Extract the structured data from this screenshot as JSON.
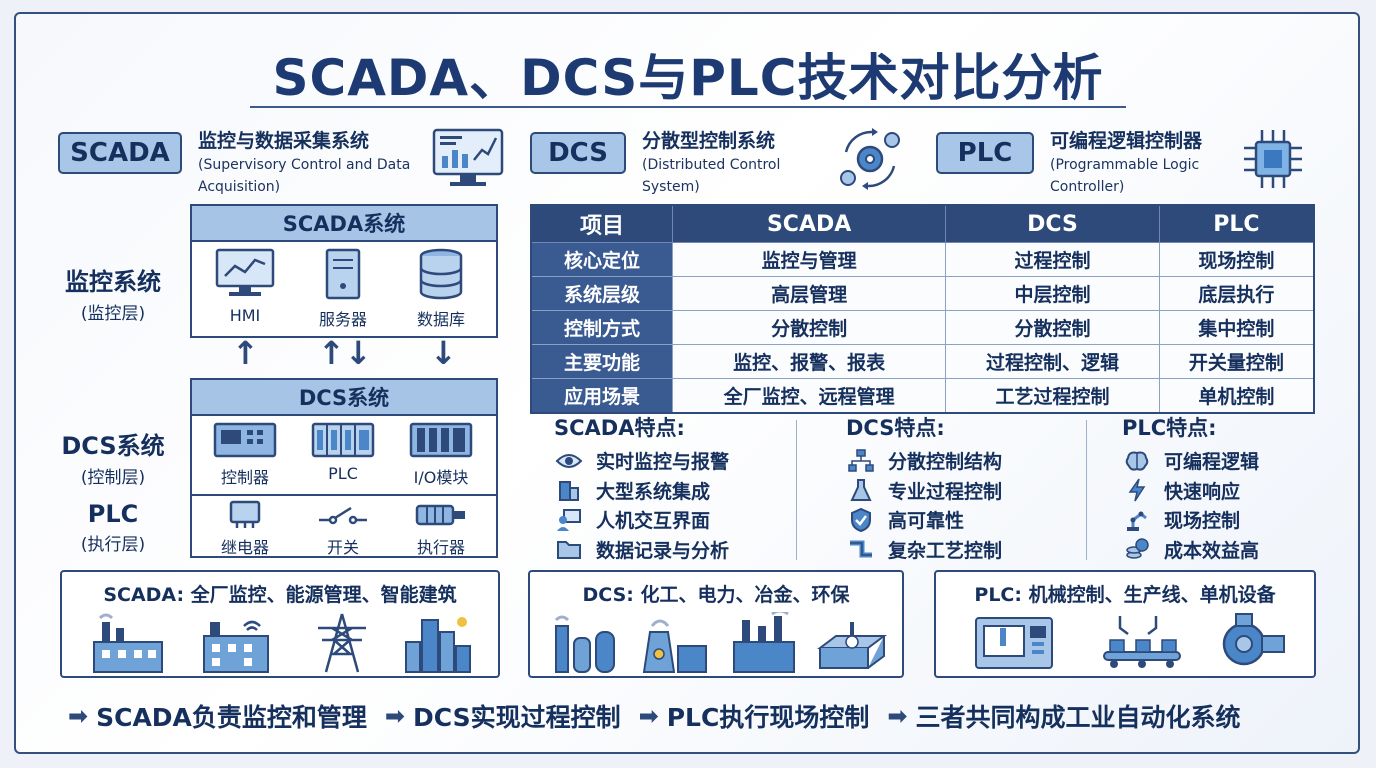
{
  "title": "SCADA、DCS与PLC技术对比分析",
  "headers": [
    {
      "tag": "SCADA",
      "cn": "监控与数据采集系统",
      "en1": "(Supervisory Control and Data",
      "en2": "Acquisition)",
      "icon": "monitor-chart-icon"
    },
    {
      "tag": "DCS",
      "cn": "分散型控制系统",
      "en1": "(Distributed Control",
      "en2": "System)",
      "icon": "gears-cycle-icon"
    },
    {
      "tag": "PLC",
      "cn": "可编程逻辑控制器",
      "en1": "(Programmable Logic",
      "en2": "Controller)",
      "icon": "chip-icon"
    }
  ],
  "architecture": {
    "layers": [
      {
        "name": "监控系统",
        "sub": "(监控层)"
      },
      {
        "name": "DCS系统",
        "sub": "(控制层)"
      },
      {
        "name": "PLC",
        "sub": "(执行层)"
      }
    ],
    "scada_box": {
      "title": "SCADA系统",
      "devices": [
        "HMI",
        "服务器",
        "数据库"
      ]
    },
    "dcs_box": {
      "title": "DCS系统",
      "devices": [
        "控制器",
        "PLC",
        "I/O模块"
      ]
    },
    "plc_row": {
      "devices": [
        "继电器",
        "开关",
        "执行器"
      ]
    }
  },
  "table": {
    "headers": [
      "项目",
      "SCADA",
      "DCS",
      "PLC"
    ],
    "rows": [
      [
        "核心定位",
        "监控与管理",
        "过程控制",
        "现场控制"
      ],
      [
        "系统层级",
        "高层管理",
        "中层控制",
        "底层执行"
      ],
      [
        "控制方式",
        "分散控制",
        "分散控制",
        "集中控制"
      ],
      [
        "主要功能",
        "监控、报警、报表",
        "过程控制、逻辑",
        "开关量控制"
      ],
      [
        "应用场景",
        "全厂监控、远程管理",
        "工艺过程控制",
        "单机控制"
      ]
    ]
  },
  "features": [
    {
      "title": "SCADA特点:",
      "items": [
        "实时监控与报警",
        "大型系统集成",
        "人机交互界面",
        "数据记录与分析"
      ],
      "icons": [
        "eye-icon",
        "building-icon",
        "user-screen-icon",
        "folder-icon"
      ]
    },
    {
      "title": "DCS特点:",
      "items": [
        "分散控制结构",
        "专业过程控制",
        "高可靠性",
        "复杂工艺控制"
      ],
      "icons": [
        "hierarchy-icon",
        "flask-icon",
        "shield-check-icon",
        "pipe-icon"
      ]
    },
    {
      "title": "PLC特点:",
      "items": [
        "可编程逻辑",
        "快速响应",
        "现场控制",
        "成本效益高"
      ],
      "icons": [
        "brain-icon",
        "lightning-icon",
        "robot-arm-icon",
        "coins-icon"
      ]
    }
  ],
  "applications": [
    {
      "title": "SCADA: 全厂监控、能源管理、智能建筑",
      "icons": [
        "factory-icon",
        "plant-wifi-icon",
        "power-tower-icon",
        "city-icon"
      ]
    },
    {
      "title": "DCS: 化工、电力、冶金、环保",
      "icons": [
        "chemical-plant-icon",
        "power-plant-icon",
        "smelter-icon",
        "water-treatment-icon"
      ]
    },
    {
      "title": "PLC: 机械控制、生产线、单机设备",
      "icons": [
        "cnc-machine-icon",
        "conveyor-icon",
        "pump-icon"
      ]
    }
  ],
  "summary": [
    "SCADA负责监控和管理",
    "DCS实现过程控制",
    "PLC执行现场控制",
    "三者共同构成工业自动化系统"
  ],
  "colors": {
    "navy": "#1d3a72",
    "accent": "#a8c6e8",
    "dark": "#2d4a7a",
    "icon": "#4a86c8"
  }
}
